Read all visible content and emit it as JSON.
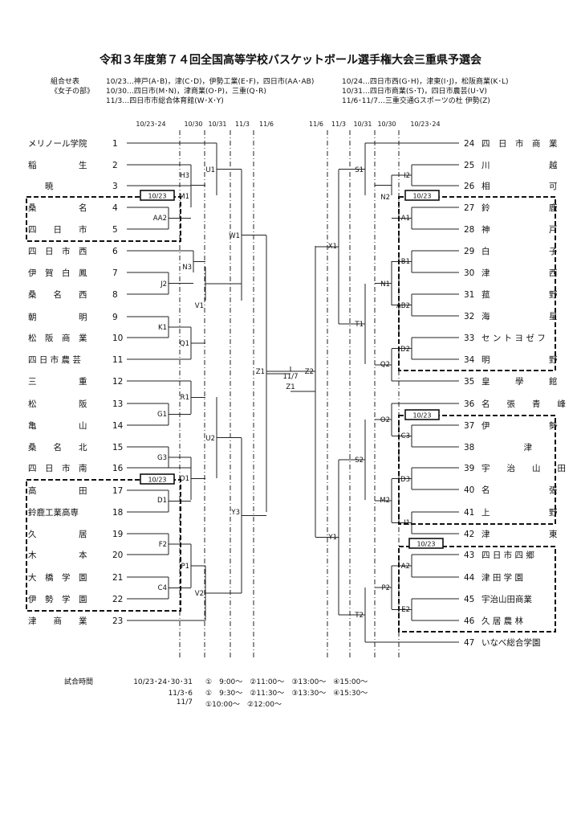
{
  "title": "令和３年度第７４回全国高等学校バスケットボール選手権大会三重県予選会",
  "info": {
    "label1": "組合せ表",
    "label2": "《女子の部》",
    "left_lines": [
      "10/23…神戸(A･B)，津(C･D)，伊勢工業(E･F)，四日市(AA･AB)",
      "10/30…四日市(M･N)，津商業(O･P)，三重(Q･R)",
      "11/3…四日市市総合体育館(W･X･Y)"
    ],
    "right_lines": [
      "10/24…四日市西(G･H)，津東(I･J)，松阪商業(K･L)",
      "10/31…四日市商業(S･T)，四日市農芸(U･V)",
      "11/6･11/7…三重交通Gスポーツの杜 伊勢(Z)"
    ]
  },
  "date_headers_left": [
    "10/23･24",
    "10/30",
    "10/31",
    "11/3",
    "11/6"
  ],
  "date_headers_right": [
    "11/6",
    "11/3",
    "10/31",
    "10/30",
    "10/23･24"
  ],
  "left_teams": [
    {
      "name": "メリノール学院",
      "num": "1"
    },
    {
      "name": "稲　　　　　生",
      "num": "2"
    },
    {
      "name": "　　暁",
      "num": "3"
    },
    {
      "name": "桑　　　　　名",
      "num": "4"
    },
    {
      "name": "四　　日　　市",
      "num": "5"
    },
    {
      "name": "四　日　市　西",
      "num": "6"
    },
    {
      "name": "伊　賀　白　鳳",
      "num": "7"
    },
    {
      "name": "桑　　名　　西",
      "num": "8"
    },
    {
      "name": "朝　　　　　明",
      "num": "9"
    },
    {
      "name": "松　阪　商　業",
      "num": "10"
    },
    {
      "name": "四 日 市 農 芸",
      "num": "11"
    },
    {
      "name": "三　　　　　重",
      "num": "12"
    },
    {
      "name": "松　　　　　阪",
      "num": "13"
    },
    {
      "name": "亀　　　　　山",
      "num": "14"
    },
    {
      "name": "桑　　名　　北",
      "num": "15"
    },
    {
      "name": "四　日　市　南",
      "num": "16"
    },
    {
      "name": "高　　　　　田",
      "num": "17"
    },
    {
      "name": "鈴鹿工業高専",
      "num": "18"
    },
    {
      "name": "久　　　　　居",
      "num": "19"
    },
    {
      "name": "木　　　　　本",
      "num": "20"
    },
    {
      "name": "大　橋　学　園",
      "num": "21"
    },
    {
      "name": "伊　勢　学　園",
      "num": "22"
    },
    {
      "name": "津　　商　　業",
      "num": "23"
    }
  ],
  "right_teams": [
    {
      "num": "24",
      "name": "四　日　市　商　業"
    },
    {
      "num": "25",
      "name": "川　　　　　　　越"
    },
    {
      "num": "26",
      "name": "相　　　　　　　可"
    },
    {
      "num": "27",
      "name": "鈴　　　　　　　鹿"
    },
    {
      "num": "28",
      "name": "神　　　　　　　戸"
    },
    {
      "num": "29",
      "name": "白　　　　　　　子"
    },
    {
      "num": "30",
      "name": "津　　　　　　　西"
    },
    {
      "num": "31",
      "name": "菰　　　　　　　野"
    },
    {
      "num": "32",
      "name": "海　　　　　　　星"
    },
    {
      "num": "33",
      "name": "セ ン ト ヨ ゼ フ"
    },
    {
      "num": "34",
      "name": "明　　　　　　　野"
    },
    {
      "num": "35",
      "name": "皇　　　學　　　館"
    },
    {
      "num": "36",
      "name": "名　　張　　青　　峰"
    },
    {
      "num": "37",
      "name": "伊　　　　　　　勢"
    },
    {
      "num": "38",
      "name": "　　　　　津"
    },
    {
      "num": "39",
      "name": "宇　　治　　山　　田"
    },
    {
      "num": "40",
      "name": "名　　　　　　　張"
    },
    {
      "num": "41",
      "name": "上　　　　　　　野"
    },
    {
      "num": "42",
      "name": "津　　　　　　　東"
    },
    {
      "num": "43",
      "name": "四 日 市 四 郷"
    },
    {
      "num": "44",
      "name": "津 田 学 園"
    },
    {
      "num": "45",
      "name": "宇治山田商業"
    },
    {
      "num": "46",
      "name": "久 居 農 林"
    },
    {
      "num": "47",
      "name": "いなべ総合学園"
    }
  ],
  "left_match_labels": [
    "H3",
    "M1",
    "AA2",
    "N3",
    "J2",
    "V1",
    "K1",
    "Q1",
    "U1",
    "W1",
    "R1",
    "G1",
    "U2",
    "G3",
    "O1",
    "D1",
    "F2",
    "P1",
    "C4",
    "V2",
    "Y3",
    "Z1"
  ],
  "right_match_labels": [
    "I2",
    "N2",
    "A1",
    "S1",
    "X1",
    "B1",
    "N1",
    "AB2",
    "T1",
    "D2",
    "Q2",
    "Z2",
    "O2",
    "C3",
    "S2",
    "D3",
    "M2",
    "I1",
    "A2",
    "P2",
    "E2",
    "T2",
    "Y1"
  ],
  "final": {
    "date": "11/7",
    "label": "Z1"
  },
  "date_boxes": [
    "10/23",
    "10/23",
    "10/23",
    "10/23",
    "10/23"
  ],
  "times": {
    "label": "試合時間",
    "rows": [
      {
        "dates": "10/23･24･30･31",
        "slots": "①　9:00～　②11:00～　③13:00～　④15:00～"
      },
      {
        "dates": "11/3･6",
        "slots": "①　9:30～　②11:30～　③13:30～　④15:30～"
      },
      {
        "dates": "11/7",
        "slots": "①10:00～　②12:00～"
      }
    ]
  }
}
